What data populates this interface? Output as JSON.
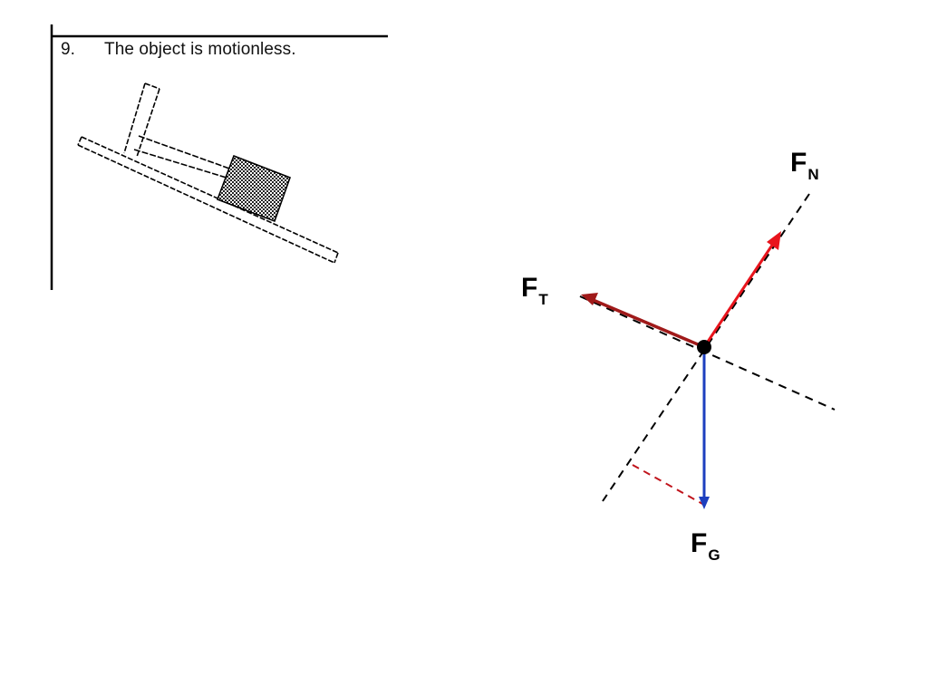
{
  "problem": {
    "number": "9.",
    "statement": "The object is motionless."
  },
  "forces": {
    "normal": {
      "symbol": "F",
      "subscript": "N",
      "color": "#e8141c"
    },
    "tension": {
      "symbol": "F",
      "subscript": "T",
      "color": "#a01a1a"
    },
    "gravity": {
      "symbol": "F",
      "subscript": "G",
      "color": "#1d3fbf"
    }
  },
  "colors": {
    "axis_dashed": "#000000",
    "component_dashed": "#c0141c",
    "point": "#000000"
  }
}
